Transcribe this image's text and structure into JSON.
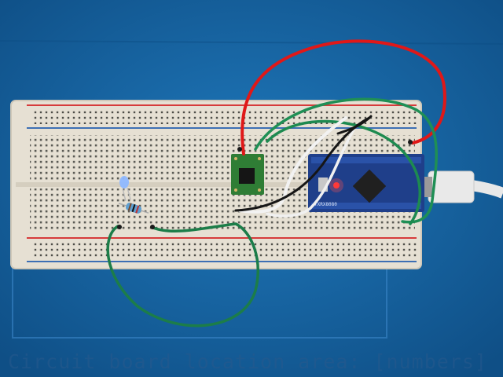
{
  "photo": {
    "subject": "breadboard-circuit",
    "colors": {
      "mat": "#1a6aa8",
      "breadboard": "#e8e2d6",
      "rail_red": "#d63b3b",
      "rail_blue": "#3d6fb4",
      "arduino": "#1f3f8a",
      "module": "#2f7d35",
      "wire_red": "#e01818",
      "wire_green": "#1f8f55",
      "wire_white": "#f2f2f2",
      "wire_black": "#161616"
    },
    "board_label": "TXRX8080"
  },
  "watermark": {
    "text": "Circuit board location area: [numbers]"
  }
}
